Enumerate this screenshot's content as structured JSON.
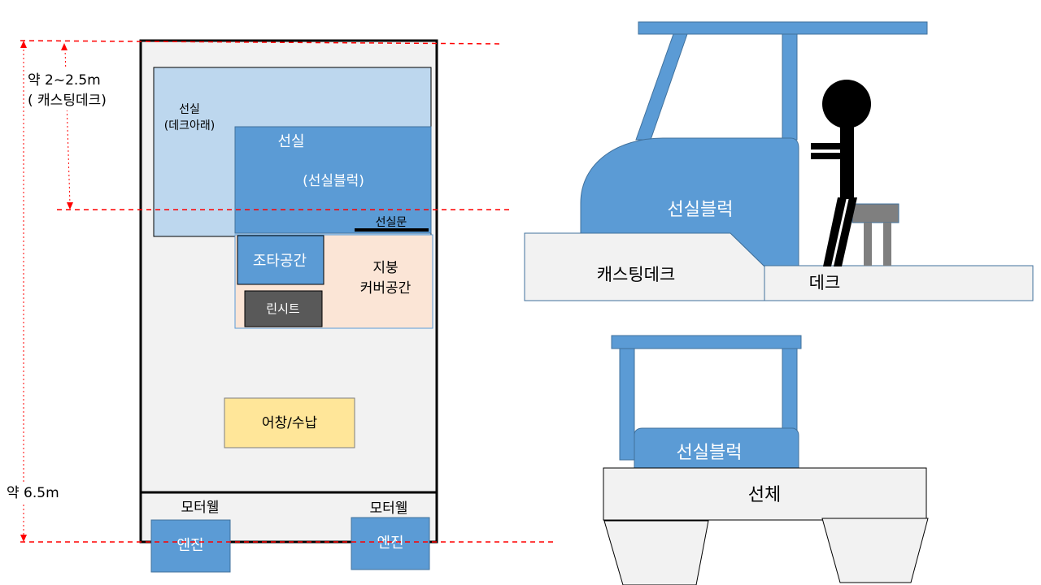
{
  "top_view": {
    "dim_top_label": "약  2~2.5m",
    "dim_top_sub": "( 캐스팅데크)",
    "dim_total_label": "약  6.5m",
    "cabin_under_deck": "선실",
    "cabin_under_deck_sub": "(데크아래)",
    "cabin": "선실",
    "cabin_block": "(선실블럭)",
    "cabin_door": "선실문",
    "helm_space": "조타공간",
    "roof_cover_line1": "지붕",
    "roof_cover_line2": "커버공간",
    "leaning_seat": "린시트",
    "fish_hold": "어창/수납",
    "motor_well_left": "모터웰",
    "motor_well_right": "모터웰",
    "engine_left": "엔진",
    "engine_right": "엔진"
  },
  "side_view": {
    "cabin_block": "선실블럭",
    "casting_deck": "캐스팅데크",
    "deck": "데크"
  },
  "front_view": {
    "cabin_block": "선실블럭",
    "hull": "선체"
  },
  "colors": {
    "light_blue": "#bdd7ee",
    "mid_blue": "#5b9bd5",
    "peach": "#fbe5d6",
    "dark_gray": "#595959",
    "yellow": "#ffe699",
    "hull_gray": "#f2f2f2",
    "seat_gray": "#7f7f7f",
    "dash_red": "#ff0000"
  }
}
